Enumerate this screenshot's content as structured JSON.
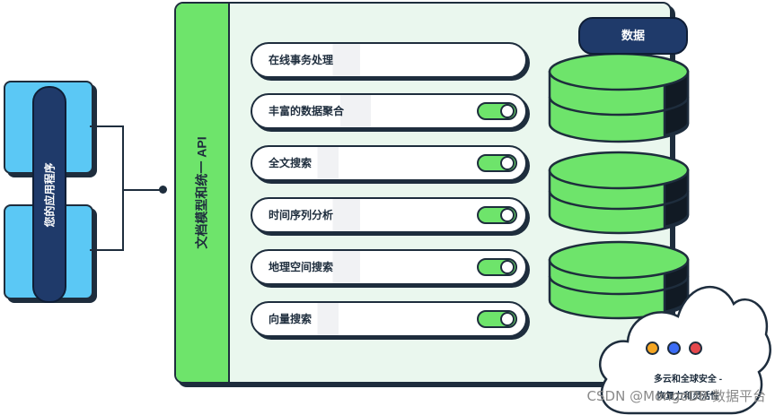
{
  "app": {
    "label": "您的应用程序"
  },
  "api": {
    "title": "文档模型和统一 API"
  },
  "features": [
    {
      "label": "在线事务处理",
      "toggle": false
    },
    {
      "label": "丰富的数据聚合",
      "toggle": true
    },
    {
      "label": "全文搜索",
      "toggle": true
    },
    {
      "label": "时间序列分析",
      "toggle": true
    },
    {
      "label": "地理空间搜索",
      "toggle": true
    },
    {
      "label": "向量搜索",
      "toggle": true
    }
  ],
  "database": {
    "label": "数据"
  },
  "cloud": {
    "line1": "多云和全球安全 -",
    "line2": "恢复力和灵活性",
    "dot_colors": [
      "#f5a623",
      "#3b6cf6",
      "#e5484d"
    ]
  },
  "watermark": "CSDN @MongoDB 数据平台",
  "colors": {
    "app_blue": "#5bc8f5",
    "navy": "#1f3a6a",
    "green": "#6ee46b",
    "panel_bg": "#eaf7ee",
    "outline": "#1e2d3d"
  }
}
